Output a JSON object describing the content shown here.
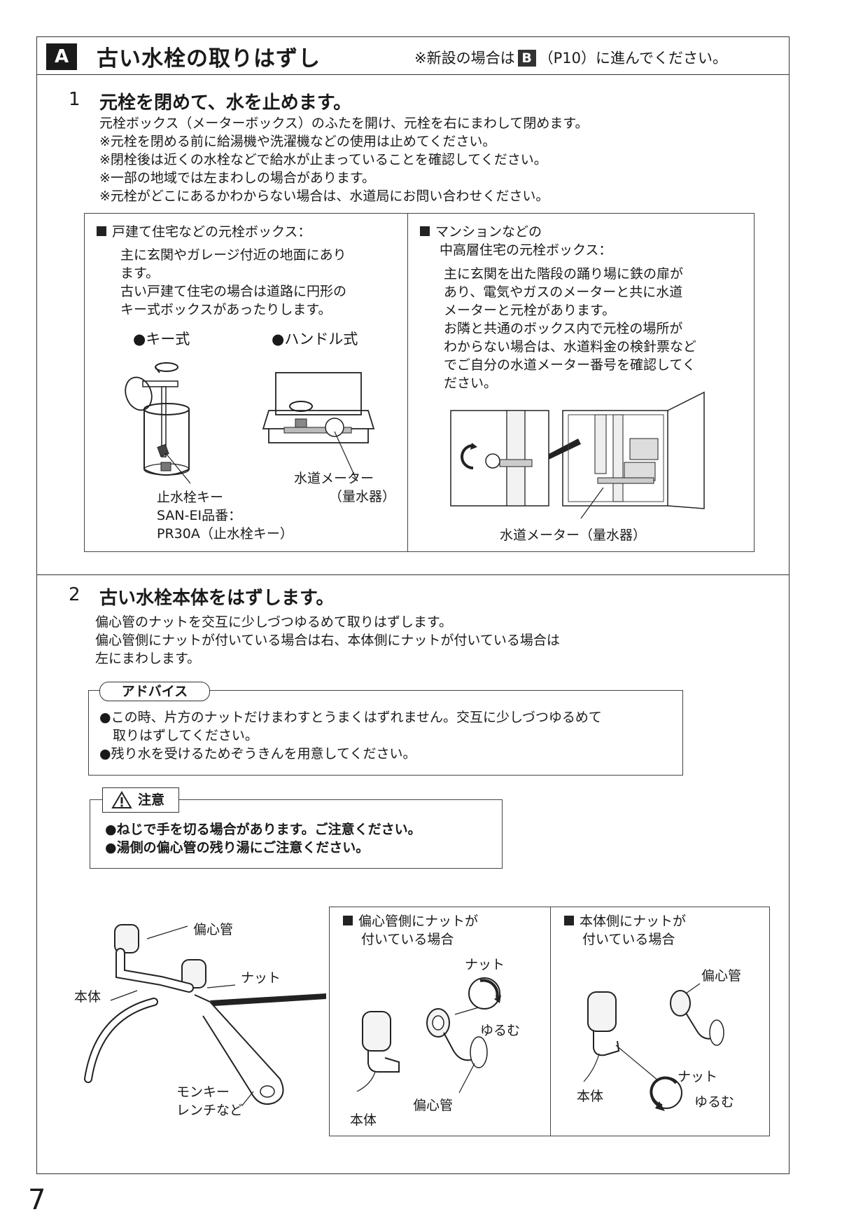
{
  "page_number": "7",
  "header": {
    "badge": "A",
    "title": "古い水栓の取りはずし",
    "note_prefix": "※新設の場合は",
    "note_badge": "B",
    "note_suffix": "（P10）に進んでください。"
  },
  "step1": {
    "number": "1",
    "title": "元栓を閉めて、水を止めます。",
    "lines": [
      "元栓ボックス（メーターボックス）のふたを開け、元栓を右にまわして閉めます。",
      "※元栓を閉める前に給湯機や洗濯機などの使用は止めてください。",
      "※閉栓後は近くの水栓などで給水が止まっていることを確認してください。",
      "※一部の地域では左まわしの場合があります。",
      "※元栓がどこにあるかわからない場合は、水道局にお問い合わせください。"
    ]
  },
  "house_box": {
    "heading": "戸建て住宅などの元栓ボックス：",
    "lines": [
      "主に玄関やガレージ付近の地面にあり",
      "ます。",
      "古い戸建て住宅の場合は道路に円形の",
      "キー式ボックスがあったりします。"
    ],
    "type_key": "●キー式",
    "type_handle": "●ハンドル式",
    "key_caption": [
      "止水栓キー",
      "SAN-EI品番：",
      "PR30A（止水栓キー）"
    ],
    "meter_caption": [
      "水道メーター",
      "（量水器）"
    ]
  },
  "mansion_box": {
    "heading_lines": [
      "マンションなどの",
      "中高層住宅の元栓ボックス："
    ],
    "lines": [
      "主に玄関を出た階段の踊り場に鉄の扉が",
      "あり、電気やガスのメーターと共に水道",
      "メーターと元栓があります。",
      "お隣と共通のボックス内で元栓の場所が",
      "わからない場合は、水道料金の検針票など",
      "でご自分の水道メーター番号を確認してく",
      "ださい。"
    ],
    "meter_caption": "水道メーター（量水器）"
  },
  "step2": {
    "number": "2",
    "title": "古い水栓本体をはずします。",
    "lines": [
      "偏心管のナットを交互に少しづつゆるめて取りはずします。",
      "偏心管側にナットが付いている場合は右、本体側にナットが付いている場合は",
      "左にまわします。"
    ]
  },
  "advice": {
    "tag": "アドバイス",
    "lines": [
      "●この時、片方のナットだけまわすとうまくはずれません。交互に少しづつゆるめて",
      "　取りはずしてください。",
      "●残り水を受けるためぞうきんを用意してください。"
    ]
  },
  "caution": {
    "tag": "注意",
    "lines": [
      "●ねじで手を切る場合があります。ご注意ください。",
      "●湯側の偏心管の残り湯にご注意ください。"
    ]
  },
  "faucet_labels": {
    "eccentric": "偏心管",
    "nut": "ナット",
    "body": "本体",
    "wrench": [
      "モンキー",
      "レンチなど"
    ]
  },
  "case_eccentric": {
    "heading_lines": [
      "偏心管側にナットが",
      "付いている場合"
    ],
    "nut": "ナット",
    "loosen": "ゆるむ",
    "body": "本体",
    "eccentric": "偏心管"
  },
  "case_body": {
    "heading_lines": [
      "本体側にナットが",
      "付いている場合"
    ],
    "eccentric": "偏心管",
    "nut": "ナット",
    "loosen": "ゆるむ",
    "body": "本体"
  }
}
